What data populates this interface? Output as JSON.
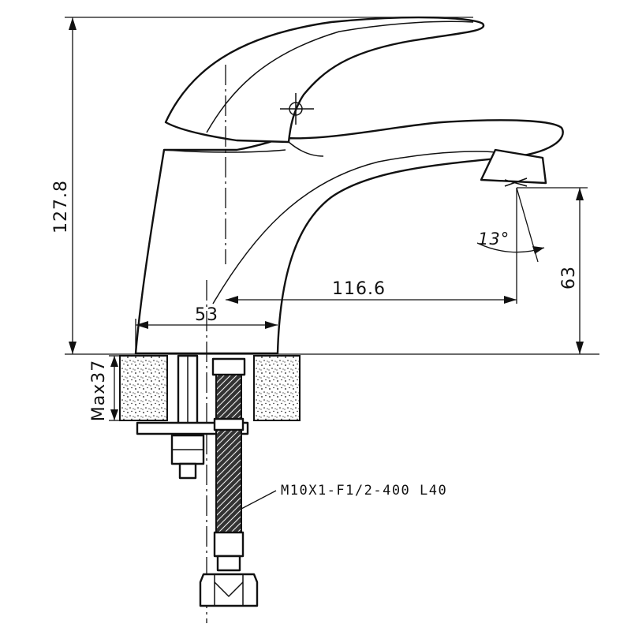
{
  "dimensions": {
    "overall_height": "127.8",
    "spout_reach": "116.6",
    "base_width": "53",
    "spout_height": "63",
    "spout_angle": "13°",
    "max_deck_thickness": "Max37"
  },
  "callouts": {
    "hose_spec": "M10X1-F1/2-400  L40"
  }
}
